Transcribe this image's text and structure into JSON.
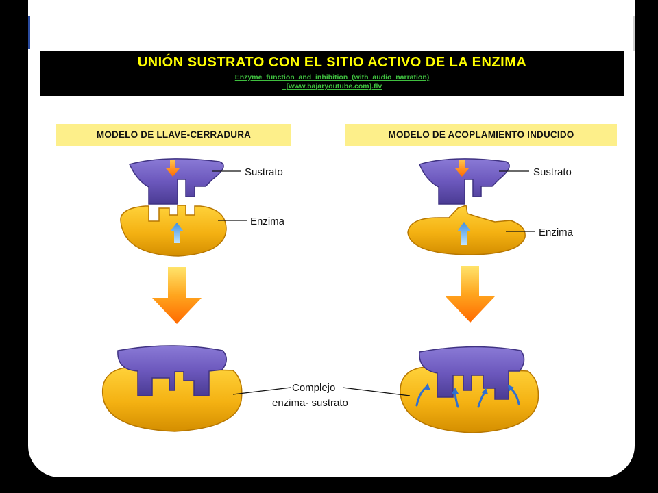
{
  "slide": {
    "title": "UNIÓN SUSTRATO CON EL SITIO ACTIVO DE LA ENZIMA",
    "video_link_line1": "Enzyme_function_and_inhibition_(with_audio_narration)",
    "video_link_line2": "_[www.bajaryoutube.com].flv"
  },
  "models": {
    "left_title": "MODELO DE LLAVE-CERRADURA",
    "right_title": "MODELO DE ACOPLAMIENTO INDUCIDO"
  },
  "labels": {
    "substrate": "Sustrato",
    "enzyme": "Enzima",
    "complex_line1": "Complejo",
    "complex_line2": "enzima- sustrato"
  },
  "colors": {
    "substrate_purple": "#6f5cc0",
    "enzyme_yellow": "#f2b10c",
    "arrow_orange": "#ff7a00",
    "arrow_blue": "#4b9ee6",
    "label_background": "#fdef8a",
    "title_text": "#ffff00",
    "link_text": "#3fbf3f"
  }
}
